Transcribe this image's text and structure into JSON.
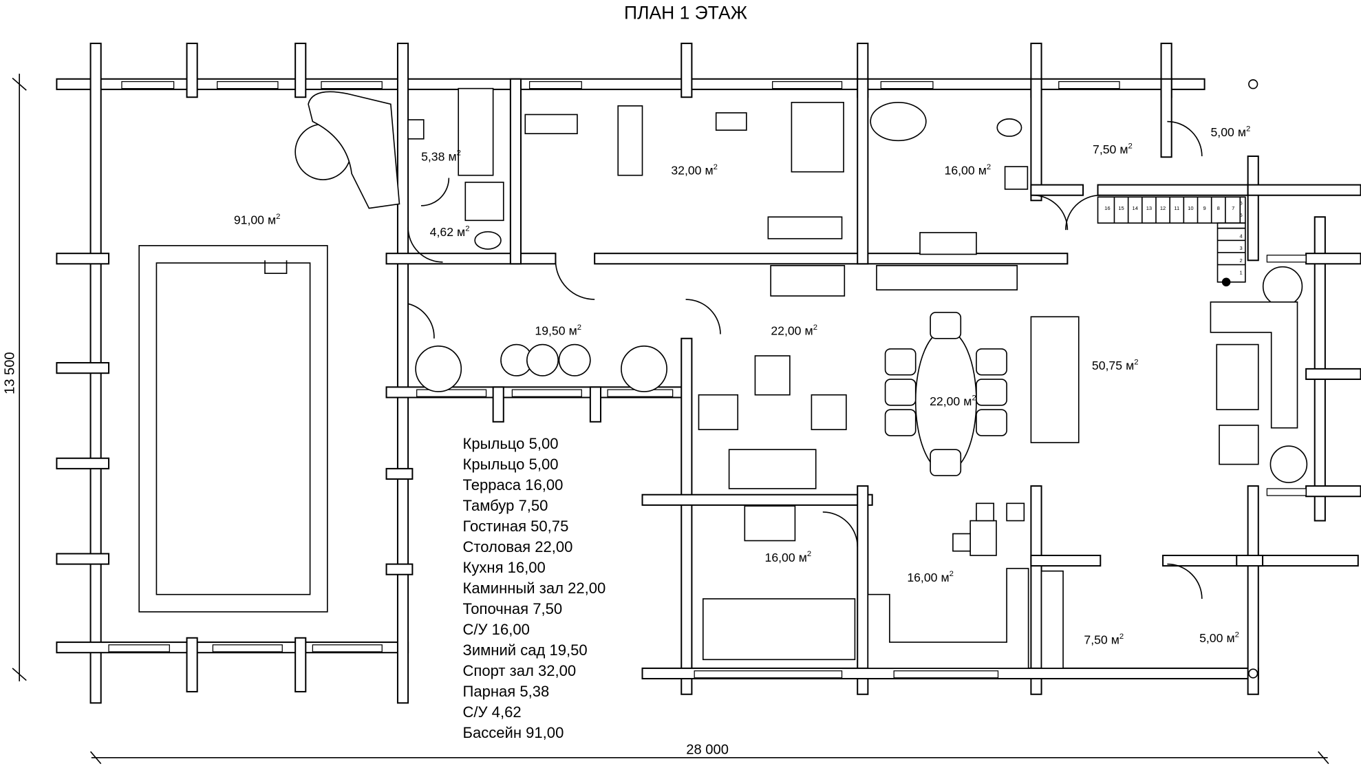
{
  "title": "ПЛАН 1 ЭТАЖ",
  "dimensions": {
    "width": "28 000",
    "height": "13 500"
  },
  "area_unit": "м",
  "area_unit_exp": "2",
  "rooms": [
    {
      "area": "91,00"
    },
    {
      "area": "5,38"
    },
    {
      "area": "4,62"
    },
    {
      "area": "32,00"
    },
    {
      "area": "16,00"
    },
    {
      "area": "7,50"
    },
    {
      "area": "5,00"
    },
    {
      "area": "19,50"
    },
    {
      "area": "22,00"
    },
    {
      "area": "22,00"
    },
    {
      "area": "50,75"
    },
    {
      "area": "16,00"
    },
    {
      "area": "16,00"
    },
    {
      "area": "7,50"
    },
    {
      "area": "5,00"
    }
  ],
  "stair_steps": [
    "16",
    "15",
    "14",
    "13",
    "12",
    "11",
    "10",
    "9",
    "8",
    "7",
    "6",
    "5",
    "4",
    "3",
    "2",
    "1"
  ],
  "legend": [
    "Крыльцо 5,00",
    "Крыльцо 5,00",
    "Терраса 16,00",
    "Тамбур 7,50",
    "Гостиная 50,75",
    "Столовая 22,00",
    "Кухня 16,00",
    "Каминный зал 22,00",
    "Топочная 7,50",
    "С/У 16,00",
    "Зимний сад 19,50",
    "Спорт зал 32,00",
    "Парная 5,38",
    "С/У 4,62",
    "Бассейн 91,00"
  ]
}
